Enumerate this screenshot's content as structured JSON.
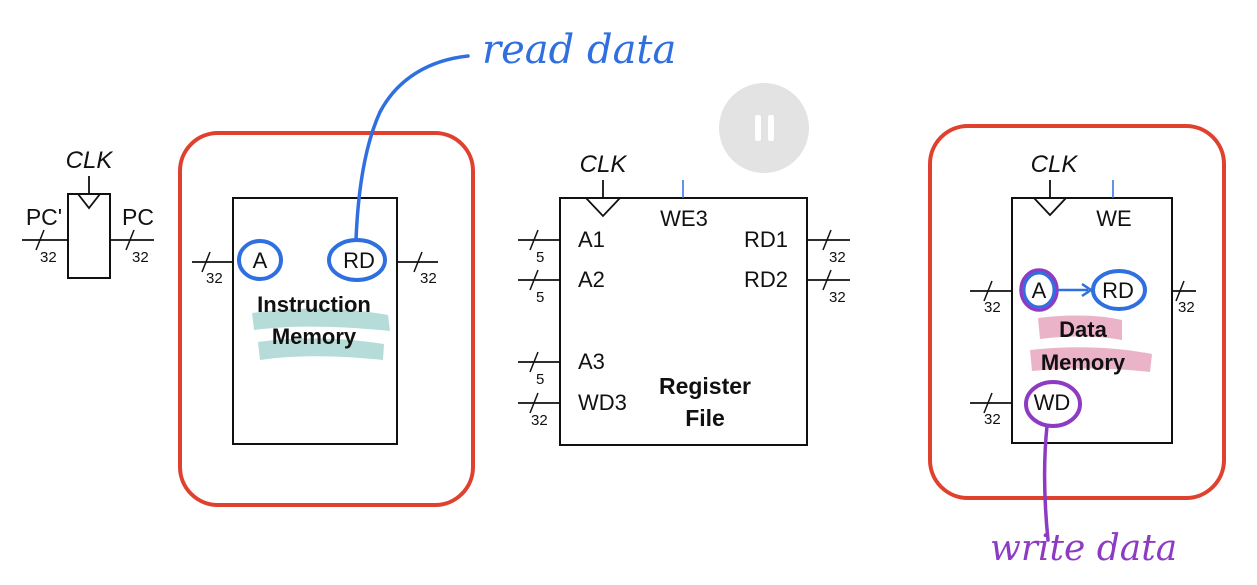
{
  "pc_register": {
    "clk": "CLK",
    "input_label": "PC'",
    "output_label": "PC",
    "input_width": "32",
    "output_width": "32"
  },
  "instruction_memory": {
    "port_a": "A",
    "port_rd": "RD",
    "title_line1": "Instruction",
    "title_line2": "Memory",
    "in_width": "32",
    "out_width": "32"
  },
  "register_file": {
    "clk": "CLK",
    "we": "WE3",
    "a1": "A1",
    "a2": "A2",
    "a3": "A3",
    "wd": "WD3",
    "rd1": "RD1",
    "rd2": "RD2",
    "title_line1": "Register",
    "title_line2": "File",
    "w_a1": "5",
    "w_a2": "5",
    "w_a3": "5",
    "w_wd": "32",
    "w_rd1": "32",
    "w_rd2": "32"
  },
  "data_memory": {
    "clk": "CLK",
    "we": "WE",
    "port_a": "A",
    "port_rd": "RD",
    "port_wd": "WD",
    "title_line1": "Data",
    "title_line2": "Memory",
    "w_a": "32",
    "w_wd": "32",
    "w_rd": "32"
  },
  "annotations": {
    "read_note": "read data",
    "write_note": "write data"
  },
  "colors": {
    "highlight_box": "#e0412e",
    "blue_ink": "#2f6fe0",
    "purple_ink": "#8e3bc4",
    "teal_highlight": "#a9d6d3",
    "pink_highlight": "#e7a6bd",
    "pause_button": "#e3e3e3"
  },
  "video_control": {
    "pause_icon": "pause-icon"
  }
}
